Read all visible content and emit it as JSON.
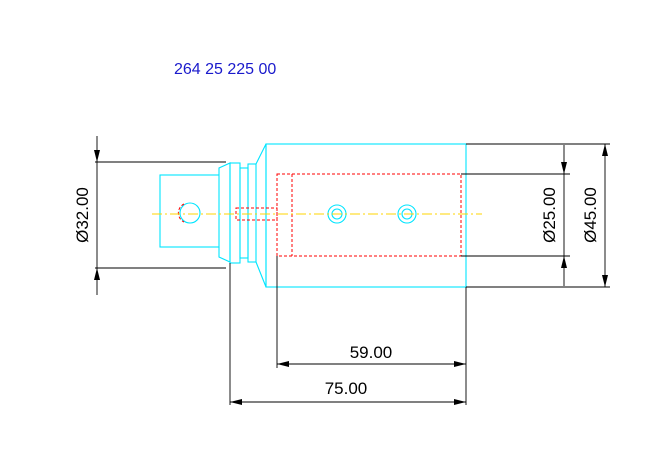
{
  "drawing": {
    "part_number": "264 25 225 00",
    "dimensions": {
      "dia_32": "Ø32.00",
      "dia_25": "Ø25.00",
      "dia_45": "Ø45.00",
      "len_59": "59.00",
      "len_75": "75.00"
    },
    "colors": {
      "outline": "#00e5ff",
      "hidden": "#ff0000",
      "centerline": "#ffd400",
      "dimension": "#000000",
      "part_number": "#1a1acc"
    }
  }
}
